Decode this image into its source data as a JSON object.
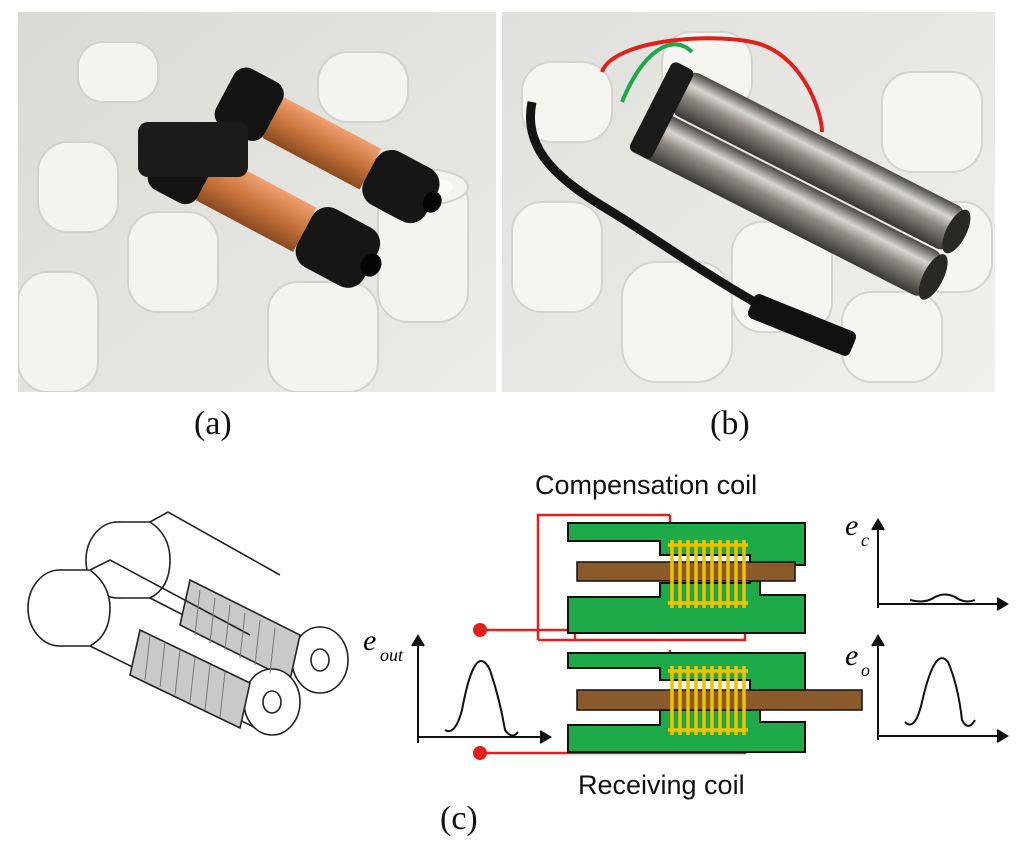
{
  "captions": {
    "a": "(a)",
    "b": "(b)",
    "c": "(c)"
  },
  "labels": {
    "compensation_coil": "Compensation coil",
    "receiving_coil": "Receiving coil"
  },
  "symbols": {
    "e_out": {
      "base": "e",
      "sub": "out"
    },
    "e_c": {
      "base": "e",
      "sub": "c"
    },
    "e_o": {
      "base": "e",
      "sub": "o"
    }
  },
  "colors": {
    "core_green": "#1faa4a",
    "rod_brown": "#8b5a2b",
    "winding_yellow": "#f2c200",
    "wire_red": "#e0201a",
    "copper": "#c8743c"
  }
}
